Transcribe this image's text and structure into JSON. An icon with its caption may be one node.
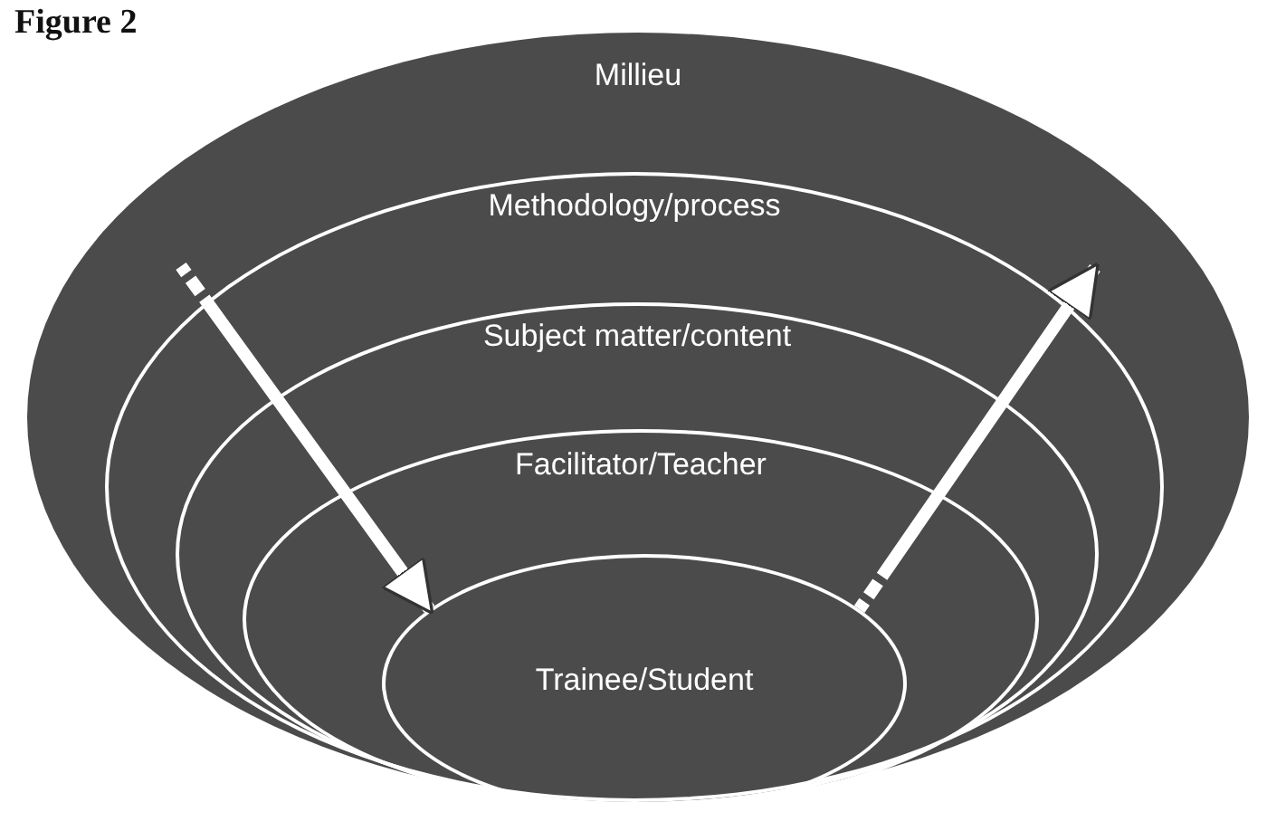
{
  "diagram": {
    "title": "Figure 2",
    "nodes": [
      {
        "text": [
          "Millieu"
        ]
      },
      {
        "text": [
          "Methodology/process"
        ],
        "in": 0
      },
      {
        "text": [
          "Subject matter/content"
        ],
        "in": 1
      },
      {
        "text": [
          "Facilitator/Teacher"
        ],
        "in": 2
      },
      {
        "text": [
          "Trainee/Student"
        ],
        "in": 3
      }
    ],
    "edges": [
      {
        "from": null,
        "to": 4,
        "arrow": "to"
      },
      {
        "from": 4,
        "to": null,
        "arrow": "to"
      }
    ]
  }
}
